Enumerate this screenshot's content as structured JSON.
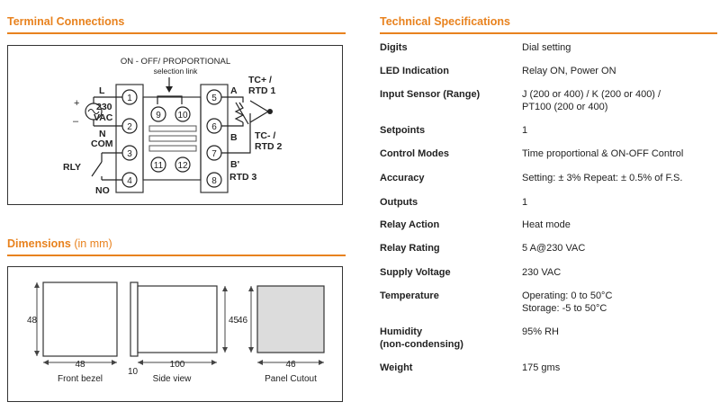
{
  "terminal": {
    "title": "Terminal Connections",
    "selection_label_1": "ON - OFF/ PROPORTIONAL",
    "selection_label_2": "selection link",
    "terminals": [
      "1",
      "2",
      "3",
      "4",
      "5",
      "6",
      "7",
      "8",
      "9",
      "10",
      "11",
      "12"
    ],
    "labels": {
      "L": "L",
      "vac1": "230",
      "vac2": "VAC",
      "N": "N",
      "COM": "COM",
      "RLY": "RLY",
      "NO": "NO",
      "plus": "+",
      "minus": "–",
      "A": "A",
      "B": "B",
      "Bp": "B'",
      "tcp1": "TC+ /",
      "tcp2": "RTD 1",
      "tcm1": "TC- /",
      "tcm2": "RTD 2",
      "rtd3": "RTD 3"
    }
  },
  "dimensions": {
    "title": "Dimensions",
    "unit_note": "(in mm)",
    "front_height": "48",
    "front_width": "48",
    "side_height": "45",
    "side_depth": "100",
    "side_bezel": "10",
    "cutout_height": "46",
    "cutout_width": "46",
    "front_label": "Front bezel",
    "side_label": "Side view",
    "cutout_label": "Panel Cutout"
  },
  "specs": {
    "title": "Technical Specifications",
    "rows": [
      {
        "label": "Digits",
        "value": "Dial setting"
      },
      {
        "label": "LED Indication",
        "value": "Relay ON, Power ON"
      },
      {
        "label": "Input Sensor (Range)",
        "value": "J (200 or 400) / K (200 or 400) /",
        "value2": "PT100 (200 or 400)"
      },
      {
        "label": "Setpoints",
        "value": "1"
      },
      {
        "label": "Control Modes",
        "value": "Time proportional & ON-OFF Control"
      },
      {
        "label": "Accuracy",
        "value": "Setting: ± 3% Repeat: ± 0.5% of F.S."
      },
      {
        "label": "Outputs",
        "value": "1"
      },
      {
        "label": "Relay Action",
        "value": "Heat mode"
      },
      {
        "label": "Relay Rating",
        "value": "5 A@230 VAC"
      },
      {
        "label": "Supply Voltage",
        "value": "230 VAC"
      },
      {
        "label": "Temperature",
        "value": "Operating: 0 to 50°C",
        "value2": "Storage: -5 to 50°C"
      },
      {
        "label": "Humidity",
        "label2": "(non-condensing)",
        "value": "95% RH"
      },
      {
        "label": "Weight",
        "value": "175 gms"
      }
    ]
  },
  "colors": {
    "accent": "#e8821e"
  }
}
